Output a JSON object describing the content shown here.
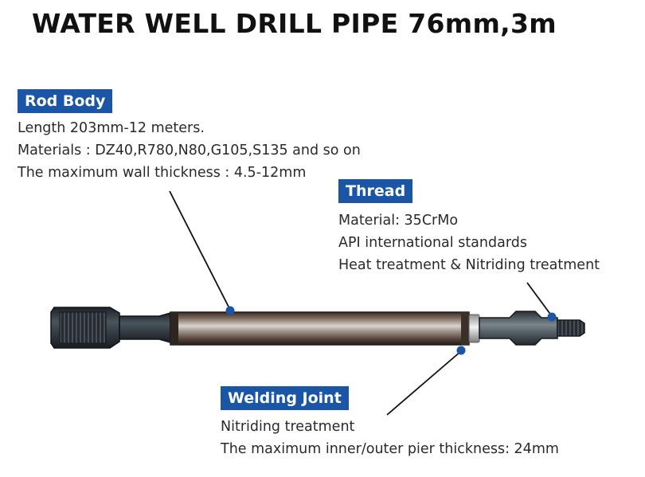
{
  "title": "WATER WELL DRILL PIPE 76mm,3m",
  "sections": {
    "rod_body": {
      "label": "Rod Body",
      "lines": [
        "Length 203mm-12 meters.",
        "Materials : DZ40,R780,N80,G105,S135 and so on",
        "The maximum wall thickness : 4.5-12mm"
      ]
    },
    "thread": {
      "label": "Thread",
      "lines": [
        "Material: 35CrMo",
        "API international standards",
        "Heat treatment & Nitriding treatment"
      ]
    },
    "welding_joint": {
      "label": "Welding Joint",
      "lines": [
        "Nitriding treatment",
        "The maximum inner/outer pier thickness: 24mm"
      ]
    }
  },
  "colors": {
    "tag_bg": "#1b56a6",
    "marker": "#1b56a6",
    "pipe_dark": "#333b42"
  }
}
